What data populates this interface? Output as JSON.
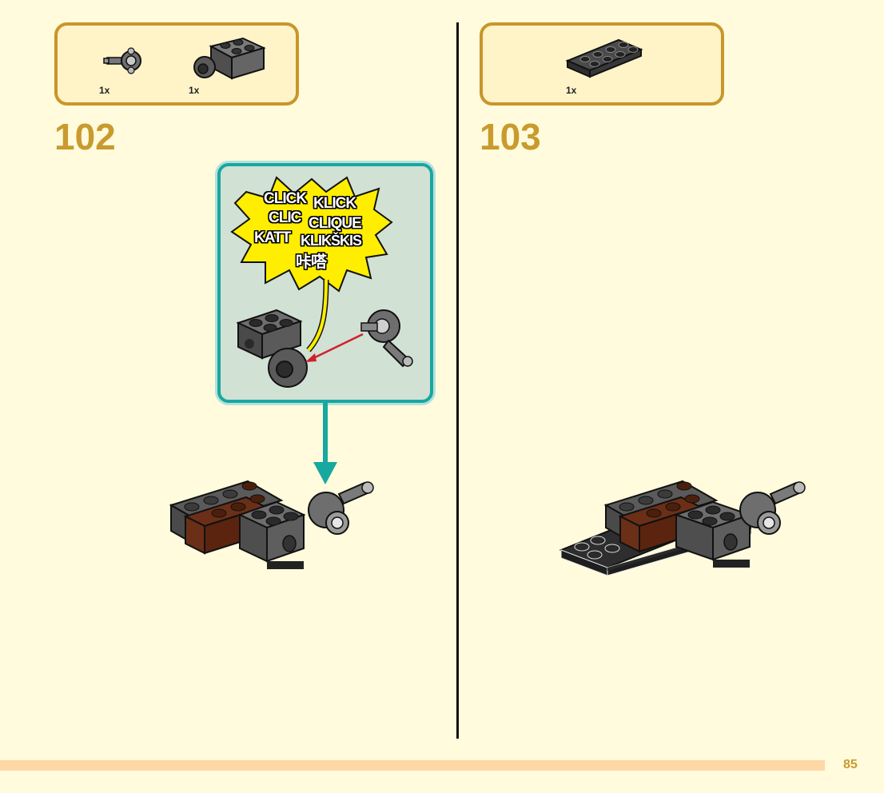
{
  "steps": [
    {
      "number": "102",
      "parts": [
        {
          "qty": "1x",
          "icon": "ball-joint-piece-icon"
        },
        {
          "qty": "1x",
          "icon": "brick-with-socket-icon"
        }
      ]
    },
    {
      "number": "103",
      "parts": [
        {
          "qty": "1x",
          "icon": "plate-2x4-icon"
        }
      ]
    }
  ],
  "callout": {
    "sound_words": [
      "CLICK",
      "KLICK",
      "CLIC",
      "CLIQUE",
      "KATT",
      "KLIKŠKIS",
      "咔嗒"
    ]
  },
  "page_number": "85",
  "colors": {
    "background": "#fffbdc",
    "parts_box_fill": "#fff3c8",
    "parts_box_border": "#c9962a",
    "step_number": "#c99a2e",
    "callout_fill": "#d1e1d4",
    "callout_border": "#17a8a0",
    "burst_fill": "#ffee00",
    "arrow_red": "#d1202d",
    "footer_bar": "#fed7a7",
    "brick_dark_gray": "#5a5a5a",
    "brick_brown": "#6b2f17"
  }
}
